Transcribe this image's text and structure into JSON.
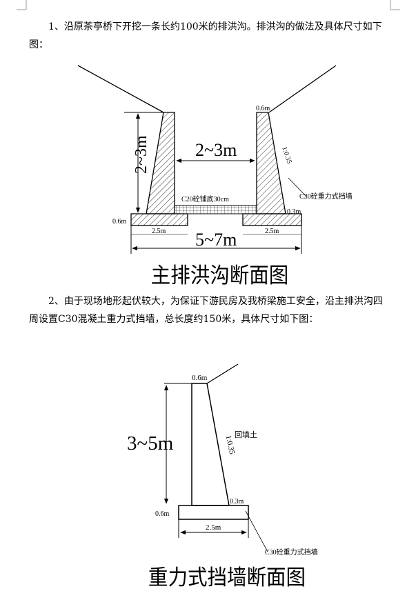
{
  "paragraphs": {
    "p1": "1、沿原茶亭桥下开挖一条长约100米的排洪沟。排洪沟的做法及具体尺寸如下图：",
    "p2": "2、由于现场地形起伏较大，为保证下游民房及我桥梁施工安全，沿主排洪沟四周设置C30混凝土重力式挡墙，总长度约150米，具体尺寸如下图："
  },
  "figure1": {
    "title": "主排洪沟断面图",
    "labels": {
      "top_width_right": "0.6m",
      "height": "2~3m",
      "channel_width": "2~3m",
      "slope": "1:0.35",
      "bottom_layer": "C20砼铺底30cm",
      "wall_type": "C30砼重力式挡墙",
      "base_thickness_right": "0.3m",
      "base_thickness_left": "0.6m",
      "base_left": "2.5m",
      "base_right": "2.5m",
      "total_width": "5~7m"
    }
  },
  "figure2": {
    "title": "重力式挡墙断面图",
    "labels": {
      "top_width": "0.6m",
      "height": "3~5m",
      "backfill": "回填土",
      "slope": "1:0.35",
      "toe": "0.3m",
      "base_thickness": "0.6m",
      "base_width": "2.5m",
      "wall_type": "C30砼重力式挡墙"
    }
  }
}
